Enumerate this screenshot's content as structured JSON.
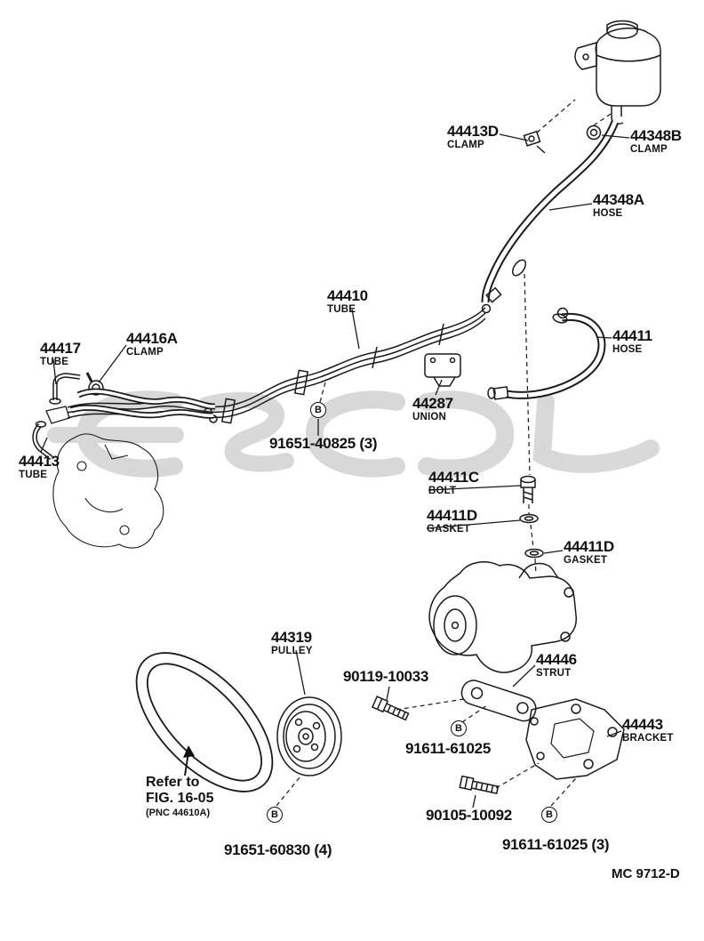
{
  "labels": [
    {
      "part": "44413D",
      "desc": "CLAMP"
    },
    {
      "part": "44348B",
      "desc": "CLAMP"
    },
    {
      "part": "44348A",
      "desc": "HOSE"
    },
    {
      "part": "44410",
      "desc": "TUBE"
    },
    {
      "part": "44416A",
      "desc": "CLAMP"
    },
    {
      "part": "44417",
      "desc": "TUBE"
    },
    {
      "part": "44411",
      "desc": "HOSE"
    },
    {
      "part": "44287",
      "desc": "UNION"
    },
    {
      "part": "91651-40825 (3)",
      "desc": ""
    },
    {
      "part": "44413",
      "desc": "TUBE"
    },
    {
      "part": "44411C",
      "desc": "BOLT"
    },
    {
      "part": "44411D",
      "desc": "GASKET"
    },
    {
      "part": "44411D",
      "desc": "GASKET"
    },
    {
      "part": "44319",
      "desc": "PULLEY"
    },
    {
      "part": "44446",
      "desc": "STRUT"
    },
    {
      "part": "90119-10033",
      "desc": ""
    },
    {
      "part": "44443",
      "desc": "BRACKET"
    },
    {
      "part": "91611-61025",
      "desc": ""
    },
    {
      "part": "90105-10092",
      "desc": ""
    },
    {
      "part": "91651-60830 (4)",
      "desc": ""
    },
    {
      "part": "91611-61025 (3)",
      "desc": ""
    }
  ],
  "callout": {
    "symbol": "B"
  },
  "refer_note": {
    "line1": "Refer to",
    "line2": "FIG. 16-05",
    "line3": "(PNC 44610A)"
  },
  "footer": {
    "code": "MC 9712-D"
  }
}
